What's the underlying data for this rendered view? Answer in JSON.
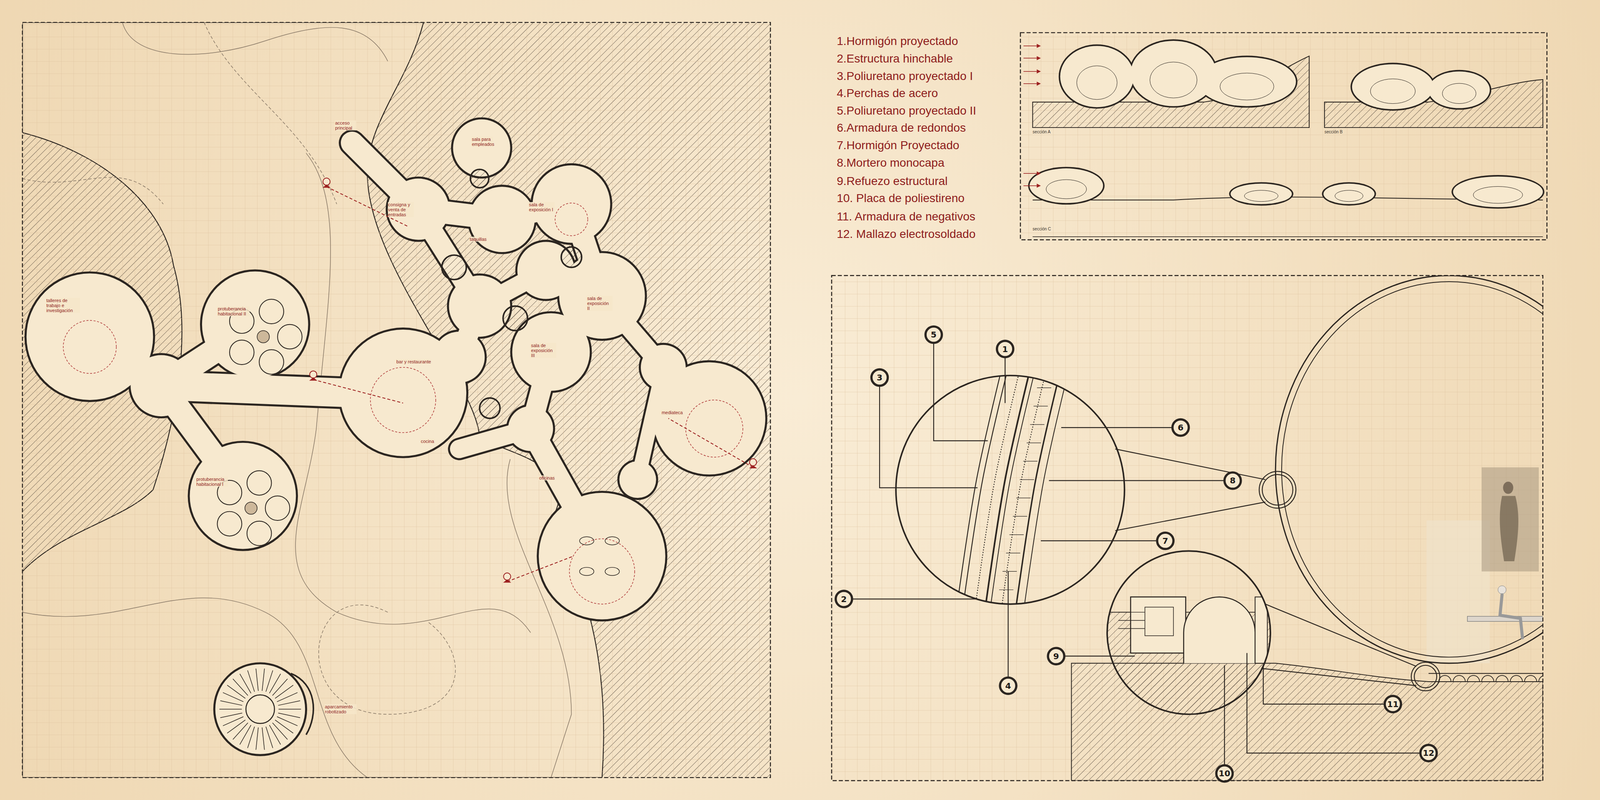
{
  "diagram": {
    "labels": [
      "1.Hormigón proyectado",
      "2.Estructura hinchable",
      "3.Poliuretano proyectado I",
      "4.Perchas de acero",
      "5.Poliuretano proyectado II",
      "6.Armadura de redondos",
      "7.Hormigón Proyectado",
      "8.Mortero monocapa",
      "9.Refuezo estructural",
      "10. Placa de poliestireno",
      "11. Armadura de negativos",
      "12. Mallazo electrosoldado",
      "sección A",
      "sección B",
      "sección C",
      "acceso principal",
      "sala para empleados",
      "consigna y venta de entradas",
      "taquillas",
      "sala de exposición I",
      "sala de exposición II",
      "sala de exposición III",
      "talleres de trabajo e investigación",
      "protuberancia habitacional II",
      "protuberancia habitacional I",
      "bar y restaurante",
      "cocina",
      "mediateca",
      "oficinas",
      "aparcamiento robotizado",
      "1",
      "2",
      "3",
      "4",
      "5",
      "6",
      "7",
      "8",
      "9",
      "10",
      "11",
      "12"
    ]
  }
}
